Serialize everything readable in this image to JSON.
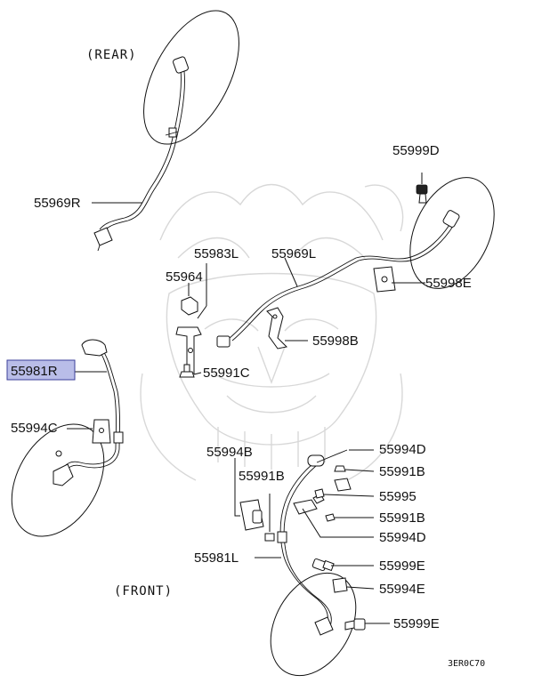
{
  "sections": {
    "rear": "(REAR)",
    "front": "(FRONT)"
  },
  "figure_code": "3ER0C70",
  "highlighted_part": "55981R",
  "labels": {
    "p55999D": "55999D",
    "p55969R": "55969R",
    "p55983L": "55983L",
    "p55969L": "55969L",
    "p55964": "55964",
    "p55998E": "55998E",
    "p55998B": "55998B",
    "p55981R": "55981R",
    "p55991C": "55991C",
    "p55994C": "55994C",
    "p55994B": "55994B",
    "p55994D_top": "55994D",
    "p55991B_top": "55991B",
    "p55991B_mid": "55991B",
    "p55995": "55995",
    "p55991B_low": "55991B",
    "p55994D_low": "55994D",
    "p55981L": "55981L",
    "p55999E_top": "55999E",
    "p55994E": "55994E",
    "p55999E_low": "55999E"
  },
  "colors": {
    "highlight_fill": "#b9bde8",
    "highlight_border": "#3b3f9a",
    "watermark": "#d8d8d8"
  }
}
